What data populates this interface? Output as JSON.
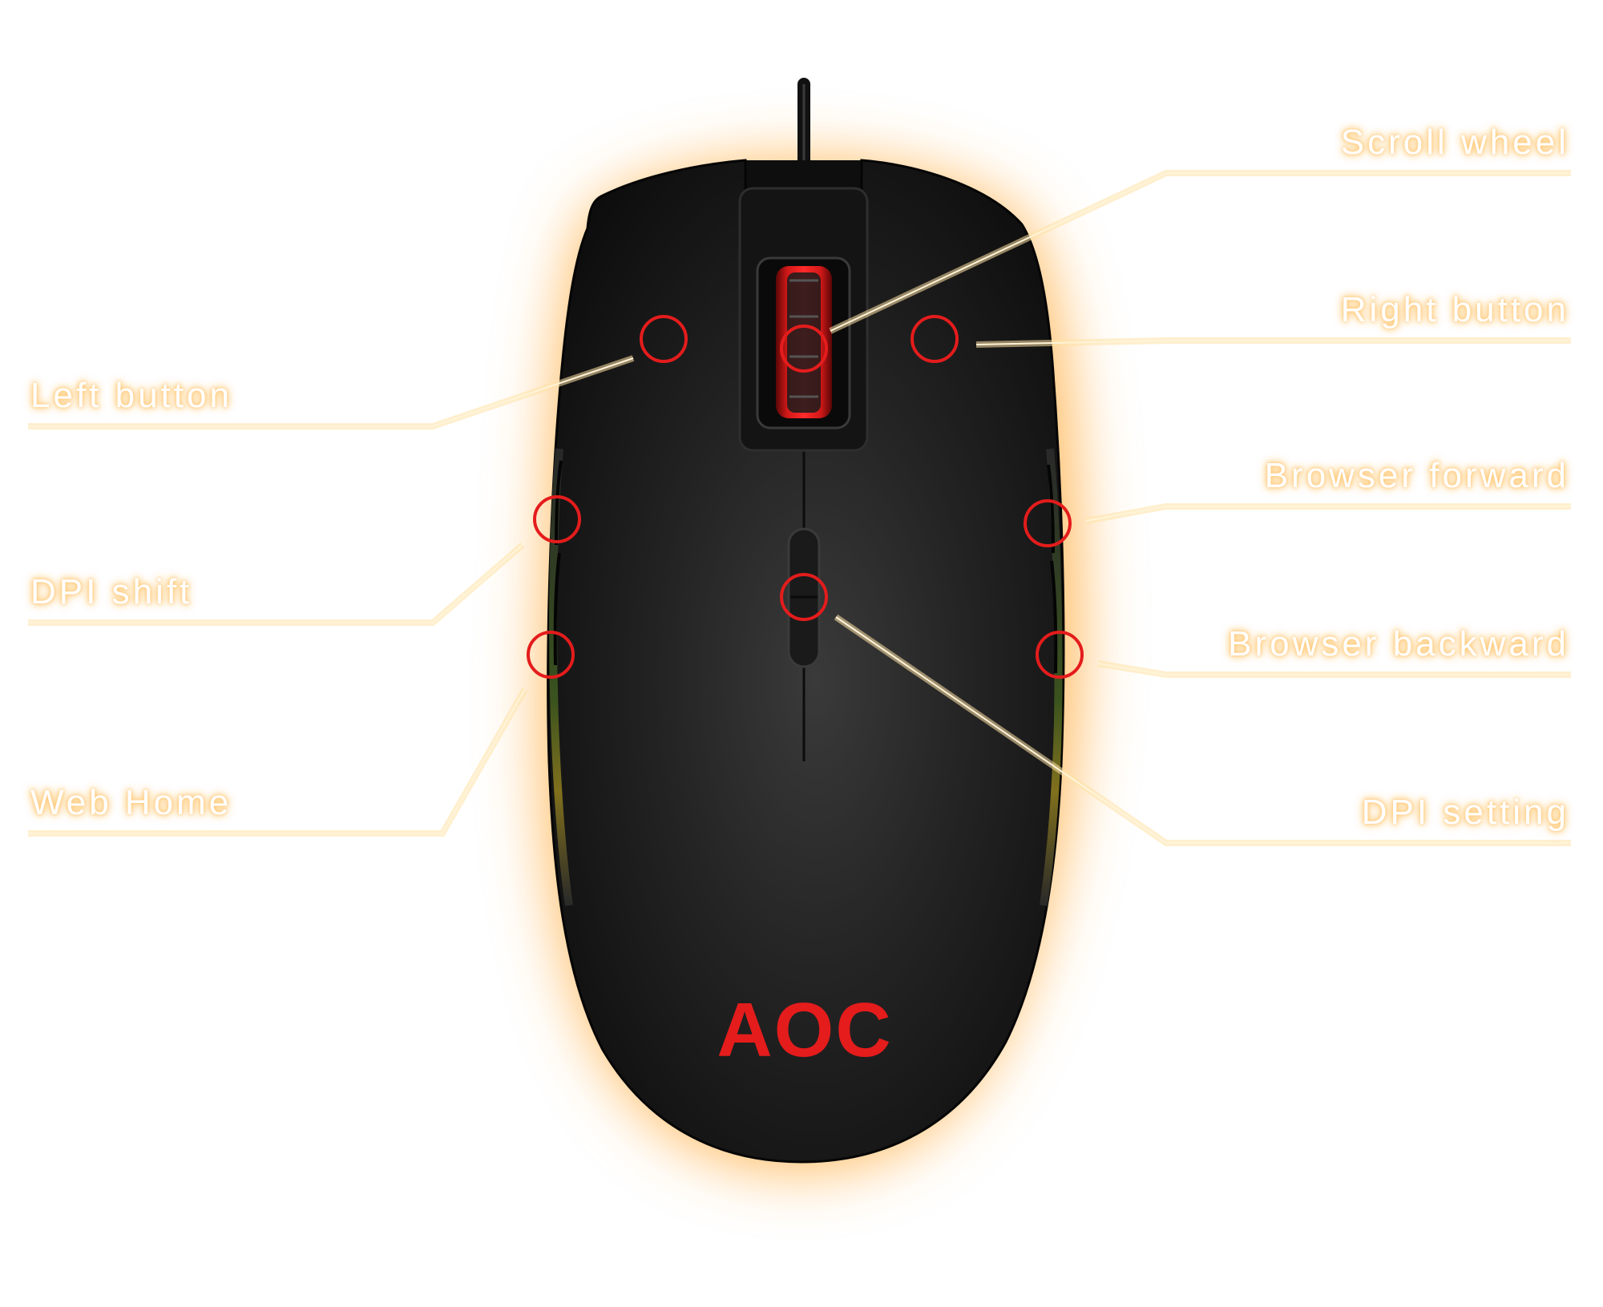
{
  "logo": {
    "text": "AOC",
    "color": "#e41c1c"
  },
  "colors": {
    "mouse_body": "#1a1a1a",
    "hotspot": "#e41c1c",
    "glow": "#ffb347",
    "leader": "#fff4d8",
    "label": "#ffffff"
  },
  "callouts": [
    {
      "id": "scroll-wheel",
      "label": "Scroll wheel"
    },
    {
      "id": "right-button",
      "label": "Right button"
    },
    {
      "id": "left-button",
      "label": "Left button"
    },
    {
      "id": "browser-forward",
      "label": "Browser forward"
    },
    {
      "id": "dpi-shift",
      "label": "DPI shift"
    },
    {
      "id": "browser-backward",
      "label": "Browser backward"
    },
    {
      "id": "web-home",
      "label": "Web Home"
    },
    {
      "id": "dpi-setting",
      "label": "DPI setting"
    }
  ]
}
